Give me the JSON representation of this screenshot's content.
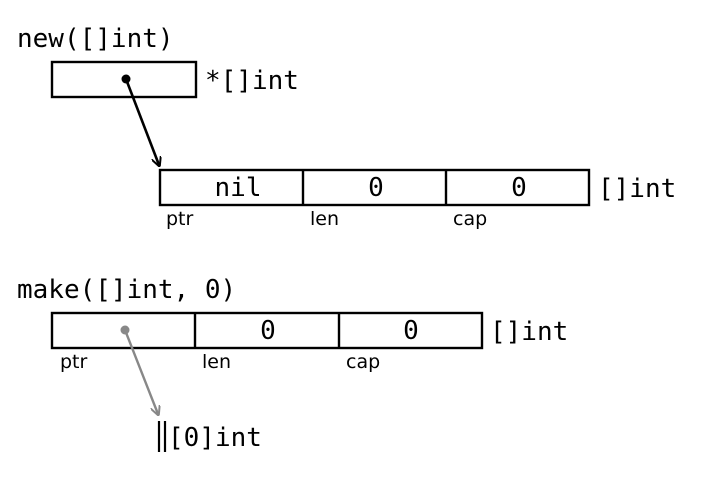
{
  "new_section": {
    "heading": "new([]int)",
    "pointer_type": "*[]int",
    "slice_values": [
      "nil",
      "0",
      "0"
    ],
    "slice_fields": [
      "ptr",
      "len",
      "cap"
    ],
    "slice_type": "[]int"
  },
  "make_section": {
    "heading": "make([]int, 0)",
    "slice_values": [
      "",
      "0",
      "0"
    ],
    "slice_fields": [
      "ptr",
      "len",
      "cap"
    ],
    "slice_type": "[]int",
    "array_type": "[0]int"
  },
  "colors": {
    "ink": "#000000",
    "grey_arrow": "#888888"
  }
}
